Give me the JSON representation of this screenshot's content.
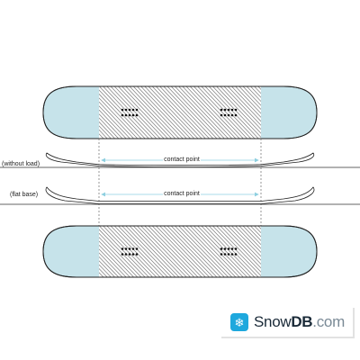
{
  "labels": {
    "contact_point": "contact point",
    "without_load": "(without load)",
    "flat_base": "(flat base)"
  },
  "logo": {
    "brand_snow": "Snow",
    "brand_db": "DB",
    "brand_com": ".com",
    "icon": "snowflake-icon"
  },
  "colors": {
    "tip_fill": "#c6e3ea",
    "outline": "#222222",
    "stripe": "#7a7a7a",
    "guide": "#6b6b6b",
    "arrow": "#8ecfe0",
    "logo_badge": "#1ea8dd"
  }
}
